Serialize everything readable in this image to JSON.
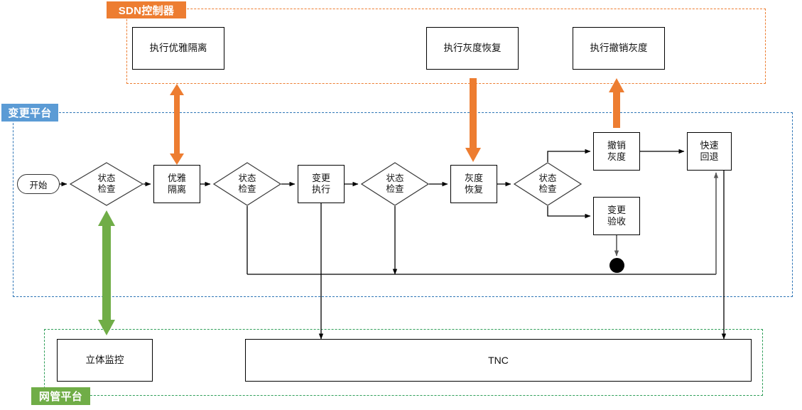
{
  "zones": [
    {
      "key": "sdn",
      "label": "SDN控制器",
      "color": "#ED7D31"
    },
    {
      "key": "change",
      "label": "变更平台",
      "color": "#5B9BD5"
    },
    {
      "key": "nms",
      "label": "网管平台",
      "color": "#70AD47"
    }
  ],
  "sdn_nodes": [
    {
      "label": "执行优雅隔离"
    },
    {
      "label": "执行灰度恢复"
    },
    {
      "label": "执行撤销灰度"
    }
  ],
  "flow": {
    "start": "开始",
    "check1": "状态\n检查",
    "isolate": "优雅\n隔离",
    "check2": "状态\n检查",
    "execute": "变更\n执行",
    "check3": "状态\n检查",
    "recover": "灰度\n恢复",
    "check4": "状态\n检查",
    "revoke": "撤销\n灰度",
    "rollback": "快速\n回退",
    "accept": "变更\n验收"
  },
  "nms_nodes": {
    "monitor": "立体监控",
    "tnc": "TNC"
  },
  "colors": {
    "orange_arrow": "#ED7D31",
    "green_arrow": "#70AD47",
    "line": "#000000",
    "gray_line": "#595959"
  }
}
